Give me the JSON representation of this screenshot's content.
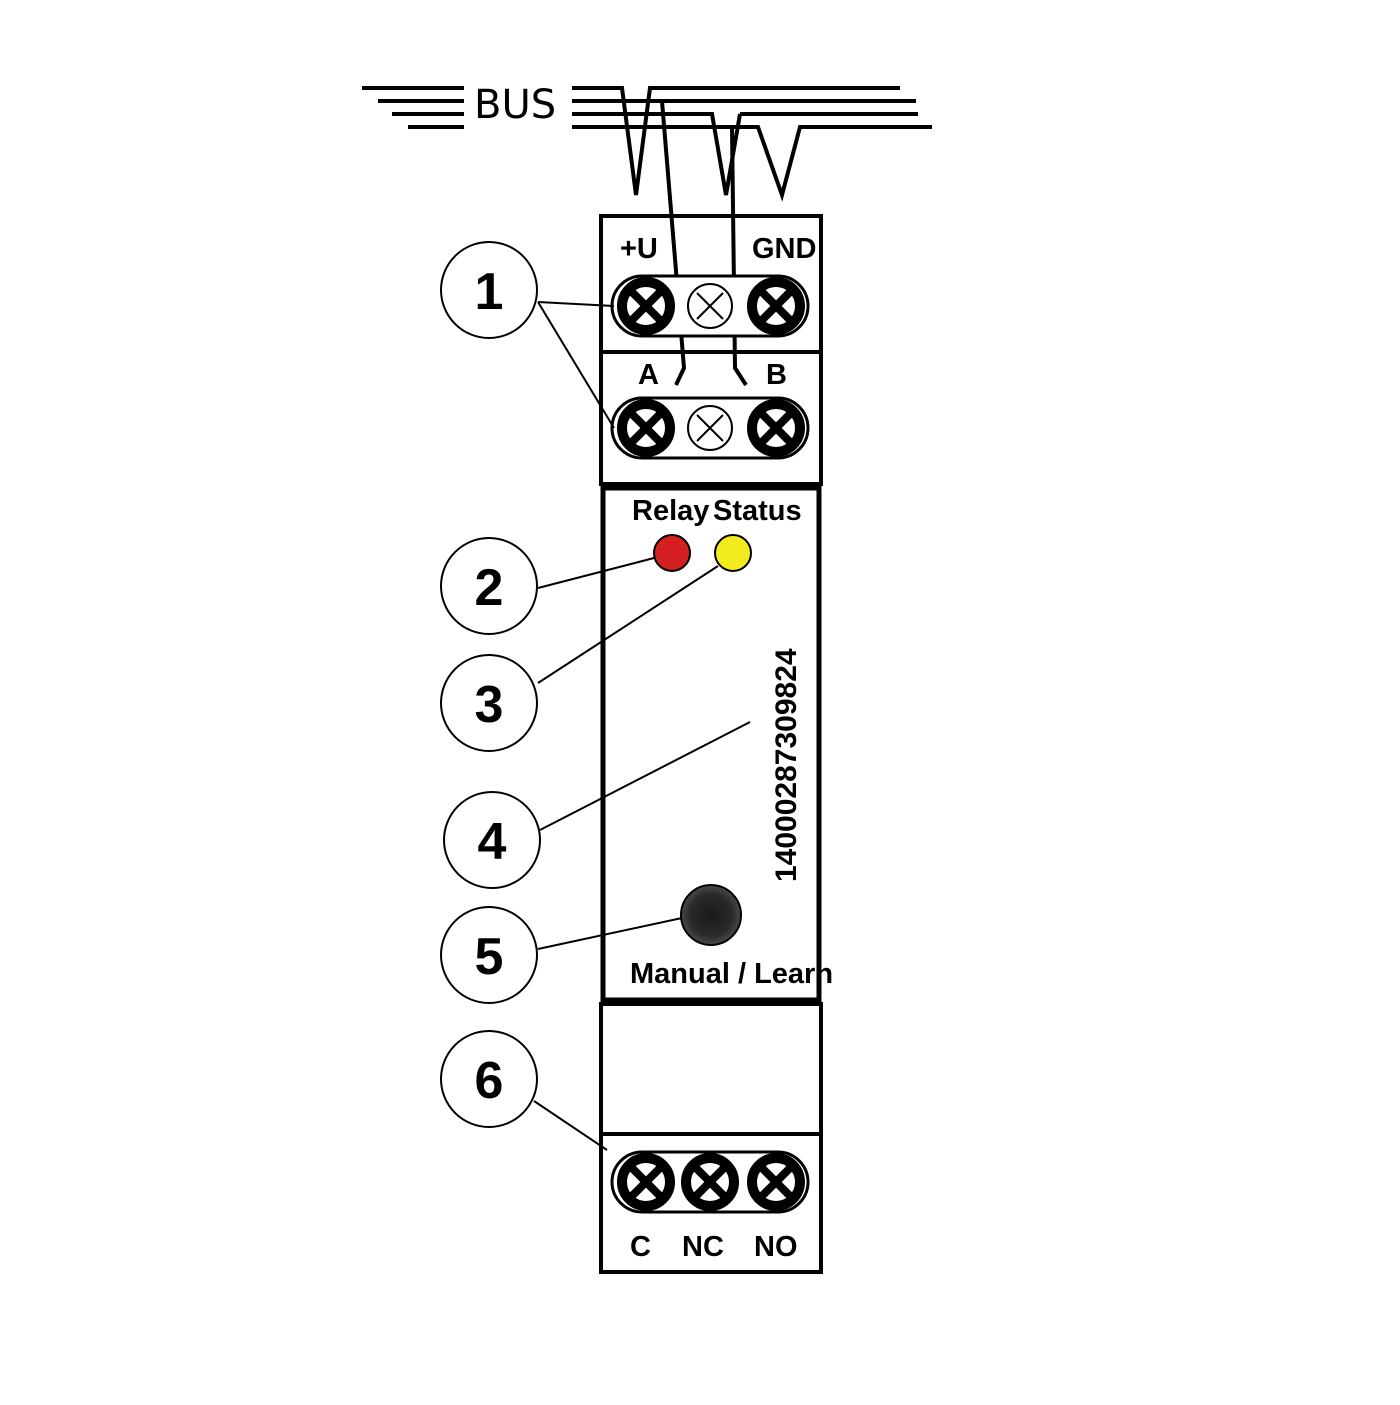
{
  "bus_label": "BUS",
  "terminals": {
    "power_plus": "+U",
    "power_gnd": "GND",
    "bus_a": "A",
    "bus_b": "B",
    "relay_c": "C",
    "relay_nc": "NC",
    "relay_no": "NO"
  },
  "leds": {
    "relay_label": "Relay",
    "status_label": "Status",
    "relay_color": "#d42020",
    "status_color": "#f2ec1e"
  },
  "serial_number": "14000287309824",
  "button_label": "Manual / Learn",
  "callouts": [
    "1",
    "2",
    "3",
    "4",
    "5",
    "6"
  ]
}
